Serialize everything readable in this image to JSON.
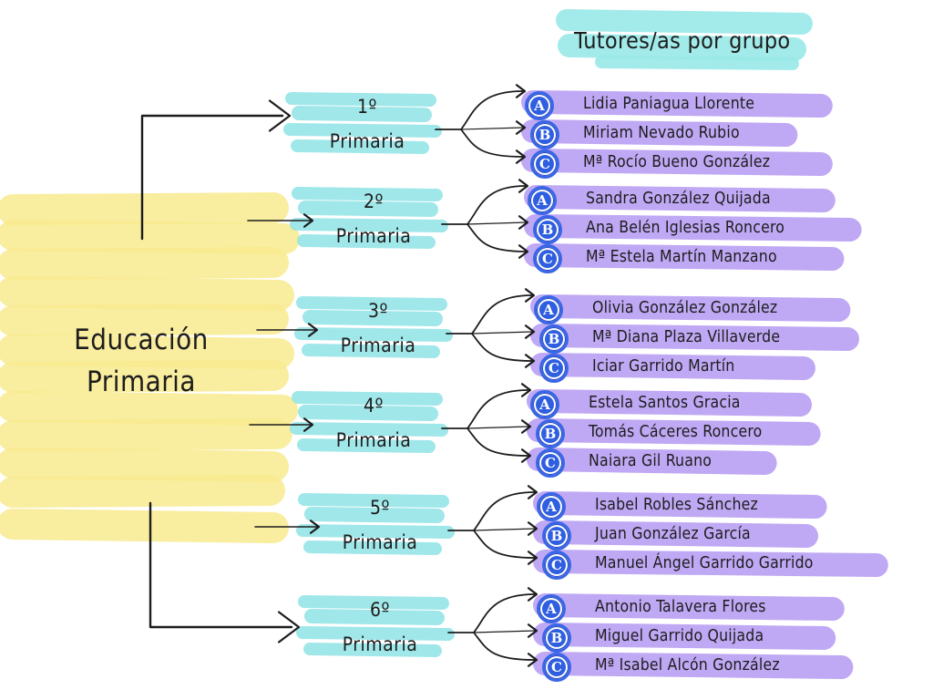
{
  "header": {
    "title": "Tutores/as por grupo"
  },
  "root": {
    "line1": "Educación",
    "line2": "Primaria"
  },
  "grades": [
    {
      "num": "1º",
      "level": "Primaria",
      "groups": [
        {
          "letter": "A",
          "tutor": "Lidia Paniagua Llorente"
        },
        {
          "letter": "B",
          "tutor": "Miriam Nevado Rubio"
        },
        {
          "letter": "C",
          "tutor": "Mª Rocío Bueno González"
        }
      ]
    },
    {
      "num": "2º",
      "level": "Primaria",
      "groups": [
        {
          "letter": "A",
          "tutor": "Sandra González Quijada"
        },
        {
          "letter": "B",
          "tutor": "Ana Belén Iglesias Roncero"
        },
        {
          "letter": "C",
          "tutor": "Mª Estela Martín Manzano"
        }
      ]
    },
    {
      "num": "3º",
      "level": "Primaria",
      "groups": [
        {
          "letter": "A",
          "tutor": "Olivia González González"
        },
        {
          "letter": "B",
          "tutor": "Mª Diana Plaza Villaverde"
        },
        {
          "letter": "C",
          "tutor": "Iciar Garrido Martín"
        }
      ]
    },
    {
      "num": "4º",
      "level": "Primaria",
      "groups": [
        {
          "letter": "A",
          "tutor": "Estela Santos Gracia"
        },
        {
          "letter": "B",
          "tutor": "Tomás Cáceres Roncero"
        },
        {
          "letter": "C",
          "tutor": "Naiara Gil Ruano"
        }
      ]
    },
    {
      "num": "5º",
      "level": "Primaria",
      "groups": [
        {
          "letter": "A",
          "tutor": "Isabel Robles Sánchez"
        },
        {
          "letter": "B",
          "tutor": "Juan González García"
        },
        {
          "letter": "C",
          "tutor": "Manuel Ángel Garrido Garrido"
        }
      ]
    },
    {
      "num": "6º",
      "level": "Primaria",
      "groups": [
        {
          "letter": "A",
          "tutor": "Antonio Talavera Flores"
        },
        {
          "letter": "B",
          "tutor": "Miguel Garrido Quijada"
        },
        {
          "letter": "C",
          "tutor": "Mª Isabel Alcón González"
        }
      ]
    }
  ],
  "colors": {
    "root_highlight": "#f8ea8e",
    "grade_highlight": "#8fe3e6",
    "title_highlight": "#98e9e8",
    "tutor_highlight": "#a98bf0",
    "badge": "#2f5fe0",
    "ink": "#1d1d1d"
  }
}
